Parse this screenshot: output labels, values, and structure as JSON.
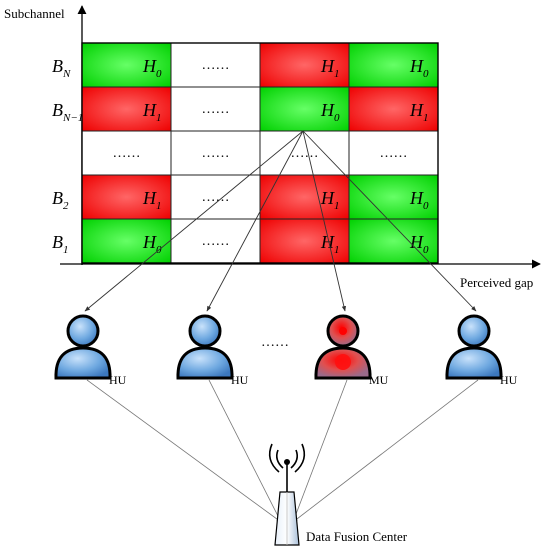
{
  "axes": {
    "y_label": "Subchannel",
    "x_label": "Perceived gap"
  },
  "rows": [
    {
      "letter": "B",
      "sub": "N"
    },
    {
      "letter": "B",
      "sub": "N−1"
    },
    {
      "letter": "",
      "sub": ""
    },
    {
      "letter": "B",
      "sub": "2"
    },
    {
      "letter": "B",
      "sub": "1"
    }
  ],
  "dots_text": "……",
  "grid": [
    [
      {
        "state": "H0",
        "text": "H",
        "sub": "0"
      },
      {
        "state": "dots",
        "text": "……"
      },
      {
        "state": "H1",
        "text": "H",
        "sub": "1"
      },
      {
        "state": "H0",
        "text": "H",
        "sub": "0"
      }
    ],
    [
      {
        "state": "H1",
        "text": "H",
        "sub": "1"
      },
      {
        "state": "dots",
        "text": "……"
      },
      {
        "state": "H0",
        "text": "H",
        "sub": "0"
      },
      {
        "state": "H1",
        "text": "H",
        "sub": "1"
      }
    ],
    [
      {
        "state": "dots",
        "text": "……"
      },
      {
        "state": "dots",
        "text": "……"
      },
      {
        "state": "dots",
        "text": "……"
      },
      {
        "state": "dots",
        "text": "……"
      }
    ],
    [
      {
        "state": "H1",
        "text": "H",
        "sub": "1"
      },
      {
        "state": "dots",
        "text": "……"
      },
      {
        "state": "H1",
        "text": "H",
        "sub": "1"
      },
      {
        "state": "H0",
        "text": "H",
        "sub": "0"
      }
    ],
    [
      {
        "state": "H0",
        "text": "H",
        "sub": "0"
      },
      {
        "state": "dots",
        "text": "……"
      },
      {
        "state": "H1",
        "text": "H",
        "sub": "1"
      },
      {
        "state": "H0",
        "text": "H",
        "sub": "0"
      }
    ]
  ],
  "users": [
    {
      "label": "HU",
      "type": "honest"
    },
    {
      "label": "HU",
      "type": "honest"
    },
    {
      "label": "MU",
      "type": "malicious"
    },
    {
      "label": "HU",
      "type": "honest"
    }
  ],
  "users_gap_text": "……",
  "fusion_center": {
    "label": "Data Fusion Center"
  },
  "colors": {
    "H0": "#00e000",
    "H1": "#ff0000",
    "dots": "#ffffff",
    "honest_user": "#5b9bd5",
    "malicious_user": "#e03030",
    "line": "#555555"
  }
}
